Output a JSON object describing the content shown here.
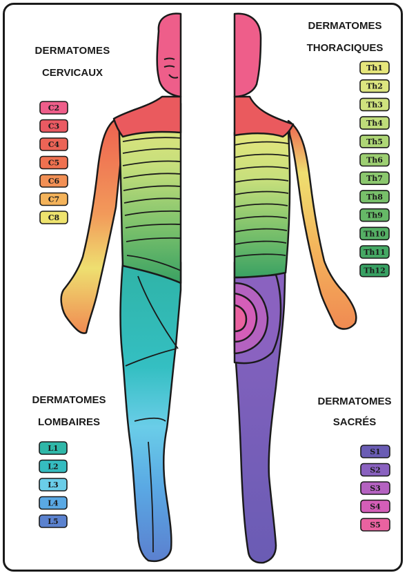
{
  "groups": {
    "cervical": {
      "title_line1": "DERMATOMES",
      "title_line2": "CERVICAUX",
      "items": [
        {
          "label": "C2",
          "color": "#ee5e8a"
        },
        {
          "label": "C3",
          "color": "#ea5a62"
        },
        {
          "label": "C4",
          "color": "#ec6456"
        },
        {
          "label": "C5",
          "color": "#ef7150"
        },
        {
          "label": "C6",
          "color": "#f29055"
        },
        {
          "label": "C7",
          "color": "#f4b35a"
        },
        {
          "label": "C8",
          "color": "#eee36e"
        }
      ]
    },
    "thoracic": {
      "title_line1": "DERMATOMES",
      "title_line2": "THORACIQUES",
      "items": [
        {
          "label": "Th1",
          "color": "#e6e67c"
        },
        {
          "label": "Th2",
          "color": "#dde680"
        },
        {
          "label": "Th3",
          "color": "#cfe27e"
        },
        {
          "label": "Th4",
          "color": "#bfdc7a"
        },
        {
          "label": "Th5",
          "color": "#aed676"
        },
        {
          "label": "Th6",
          "color": "#9dcf72"
        },
        {
          "label": "Th7",
          "color": "#8bc76e"
        },
        {
          "label": "Th8",
          "color": "#78bf6a"
        },
        {
          "label": "Th9",
          "color": "#66b867"
        },
        {
          "label": "Th10",
          "color": "#55b065"
        },
        {
          "label": "Th11",
          "color": "#45a864"
        },
        {
          "label": "Th12",
          "color": "#38a163"
        }
      ]
    },
    "lumbar": {
      "title_line1": "DERMATOMES",
      "title_line2": "LOMBAIRES",
      "items": [
        {
          "label": "L1",
          "color": "#2fb7a8"
        },
        {
          "label": "L2",
          "color": "#35bcc0"
        },
        {
          "label": "L3",
          "color": "#6acde8"
        },
        {
          "label": "L4",
          "color": "#5aa9e4"
        },
        {
          "label": "L5",
          "color": "#5b82cf"
        }
      ]
    },
    "sacral": {
      "title_line1": "DERMATOMES",
      "title_line2": "SACRÉS",
      "items": [
        {
          "label": "S1",
          "color": "#6a5cb4"
        },
        {
          "label": "S2",
          "color": "#8a62c0"
        },
        {
          "label": "S3",
          "color": "#b462c0"
        },
        {
          "label": "S4",
          "color": "#d45eb8"
        },
        {
          "label": "S5",
          "color": "#ea62a0"
        }
      ]
    }
  }
}
